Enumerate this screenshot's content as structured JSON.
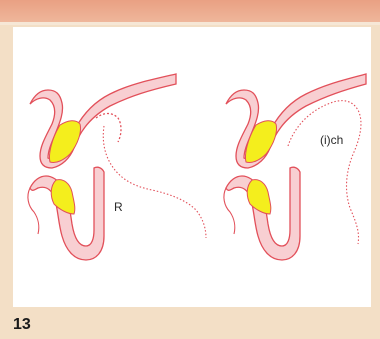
{
  "figure": {
    "number": "13",
    "left_diagram": {
      "label": "R"
    },
    "right_diagram": {
      "label": "(i)ch"
    }
  },
  "colors": {
    "background": "#f3dfc6",
    "top_band": "#eca98c",
    "panel": "#ffffff",
    "tissue_fill": "#f8cfd2",
    "outline": "#e2505a",
    "teeth": "#f4ee1d"
  }
}
